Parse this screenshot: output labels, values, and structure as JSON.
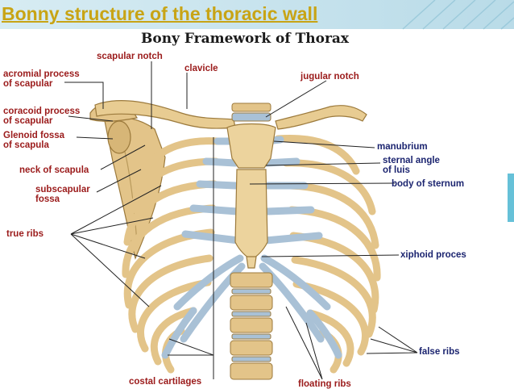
{
  "slide": {
    "title": "Bonny structure of the thoracic wall",
    "title_color": "#c8a415"
  },
  "figure": {
    "title": "Bony Framework of Thorax",
    "bone_color": "#e6c98a",
    "cartilage_color": "#a9c1d6"
  },
  "labels": {
    "scapular_notch": "scapular notch",
    "clavicle": "clavicle",
    "jugular_notch": "jugular notch",
    "acromial_process": [
      "acromial process",
      "of scapular"
    ],
    "coracoid_process": [
      "coracoid process",
      "of scapular"
    ],
    "glenoid_fossa": [
      "Glenoid fossa",
      "of scapula"
    ],
    "neck_of_scapula": "neck of scapula",
    "subscapular_fossa": [
      "subscapular",
      "fossa"
    ],
    "true_ribs": "true ribs",
    "costal_cartilages": "costal cartilages",
    "manubrium": "manubrium",
    "sternal_angle": [
      "sternal angle",
      "of luis"
    ],
    "body_of_sternum": "body of sternum",
    "xiphoid_process": "xiphoid proces",
    "false_ribs": "false ribs",
    "floating_ribs": "floating ribs"
  }
}
